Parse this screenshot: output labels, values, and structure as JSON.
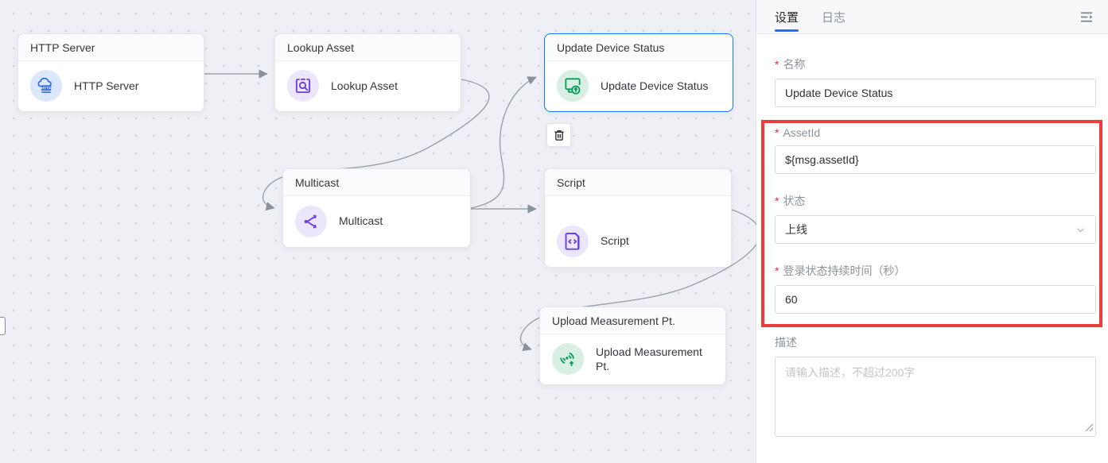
{
  "canvas": {
    "nodes": [
      {
        "title": "HTTP Server",
        "label": "HTTP Server"
      },
      {
        "title": "Lookup Asset",
        "label": "Lookup Asset"
      },
      {
        "title": "Update Device Status",
        "label": "Update Device Status"
      },
      {
        "title": "Multicast",
        "label": "Multicast"
      },
      {
        "title": "Script",
        "label": "Script"
      },
      {
        "title": "Upload Measurement Pt.",
        "label": "Upload Measurement Pt."
      }
    ],
    "icons": {
      "http_server": "http-cloud-icon",
      "lookup_asset": "search-asset-icon",
      "update_device_status": "device-monitor-up-icon",
      "multicast": "share-branch-icon",
      "script": "code-file-icon",
      "upload_measurement": "signal-upload-icon",
      "delete": "trash-icon"
    },
    "colors": {
      "selected_border": "#1677ff",
      "edge": "#9ba1ac",
      "icon_blue": "#2f6be4",
      "icon_purple": "#6a3de8",
      "icon_green": "#0a9d58"
    }
  },
  "panel": {
    "tabs": [
      {
        "label": "设置",
        "active": true
      },
      {
        "label": "日志",
        "active": false
      }
    ],
    "required_mark": "*",
    "fields": {
      "name": {
        "label": "名称",
        "value": "Update Device Status"
      },
      "asset_id": {
        "label": "AssetId",
        "value": "${msg.assetId}"
      },
      "status": {
        "label": "状态",
        "value": "上线"
      },
      "duration": {
        "label": "登录状态持续时间（秒）",
        "value": "60"
      },
      "description": {
        "label": "描述",
        "value": "",
        "placeholder": "请输入描述，不超过200字"
      }
    },
    "highlight_color": "#ee3b3b"
  }
}
